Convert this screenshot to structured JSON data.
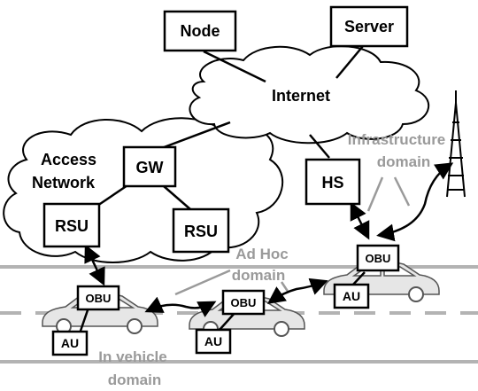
{
  "nodes": {
    "node": "Node",
    "server": "Server",
    "internet": "Internet",
    "access_network_line1": "Access",
    "access_network_line2": "Network",
    "gw": "GW",
    "rsu_left": "RSU",
    "rsu_right": "RSU",
    "hs": "HS",
    "obu_left": "OBU",
    "obu_middle": "OBU",
    "obu_right": "OBU",
    "au_left": "AU",
    "au_middle": "AU",
    "au_right": "AU"
  },
  "domains": {
    "infrastructure_line1": "Infrastructure",
    "infrastructure_line2": "domain",
    "adhoc_line1": "Ad Hoc",
    "adhoc_line2": "domain",
    "invehicle_line1": "In vehicle",
    "invehicle_line2": "domain"
  },
  "colors": {
    "domain_label": "#9a9a9a",
    "road": "#b3b3b3",
    "car_body": "#e6e6e6"
  }
}
